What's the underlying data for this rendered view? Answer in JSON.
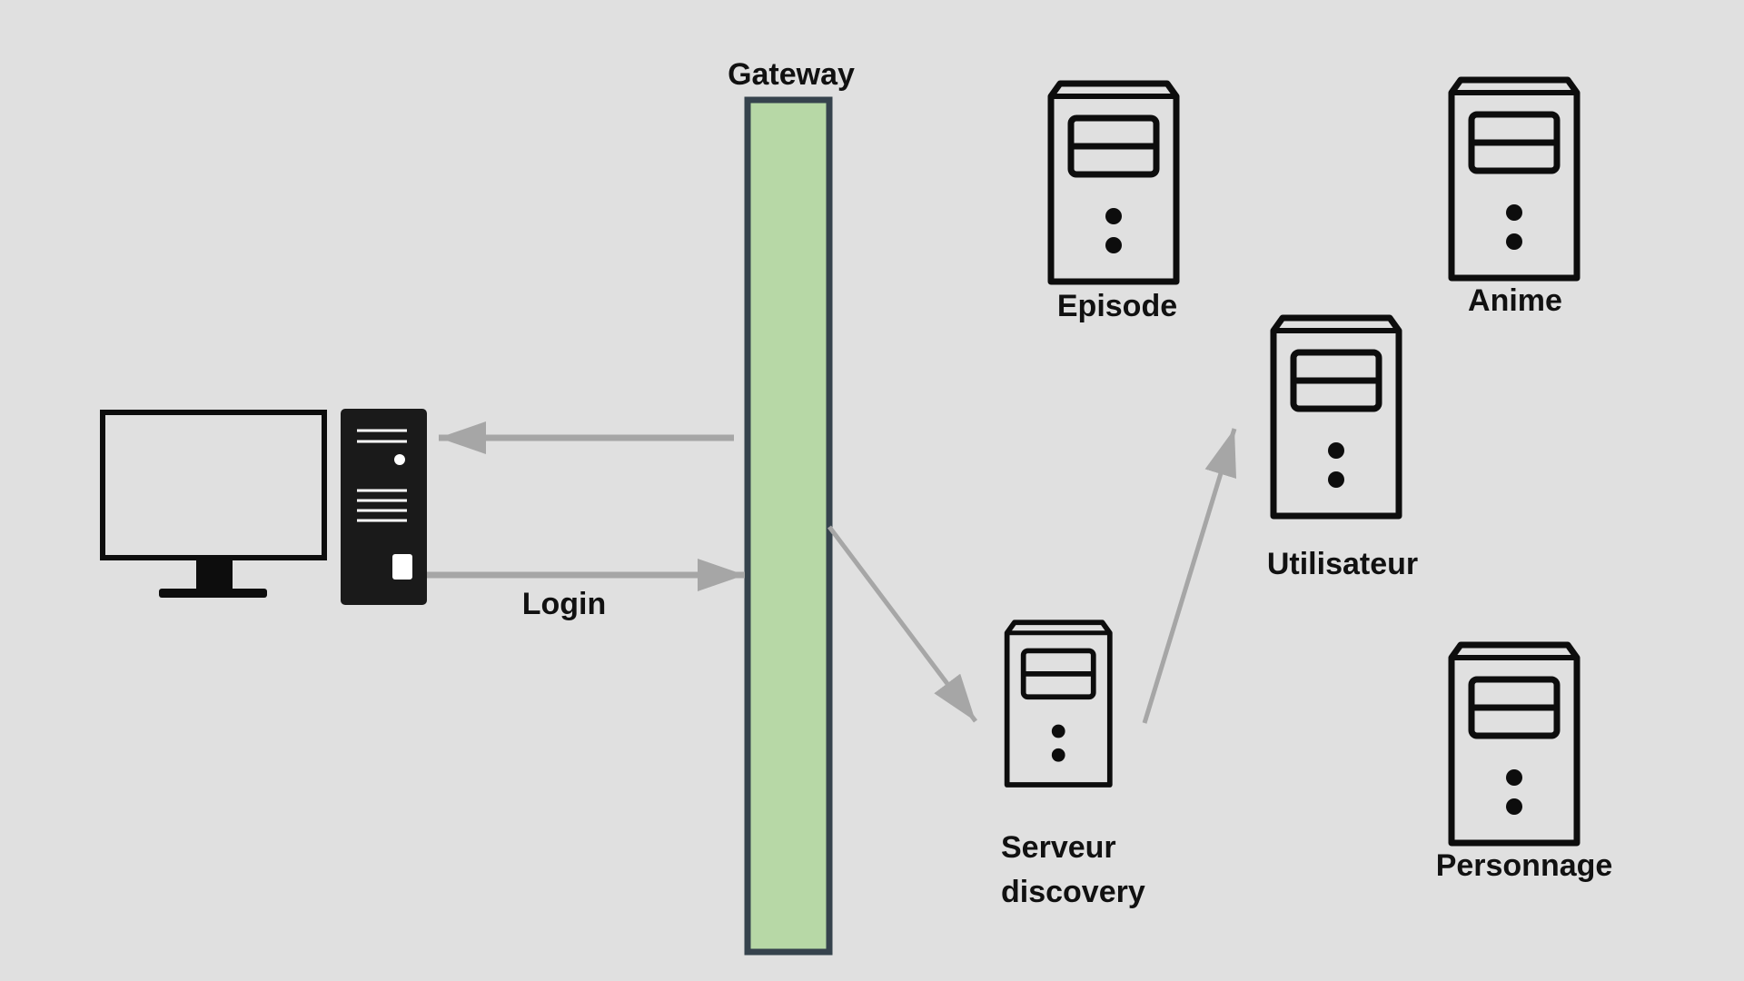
{
  "diagram": {
    "gateway": {
      "label": "Gateway",
      "fill_color": "#b7d8a6",
      "border_color": "#36434d"
    },
    "client": {
      "monitor_icon": "monitor-icon",
      "tower_icon": "desktop-tower-icon"
    },
    "connections": {
      "login_label": "Login",
      "arrow_color": "#a6a6a6"
    },
    "servers": {
      "icon": "server-icon",
      "episode": "Episode",
      "anime": "Anime",
      "utilisateur": "Utilisateur",
      "discovery_line1": "Serveur",
      "discovery_line2": "discovery",
      "personnage": "Personnage"
    },
    "colors": {
      "background": "#e0e0e0",
      "icon_stroke": "#0d0d0d"
    }
  }
}
